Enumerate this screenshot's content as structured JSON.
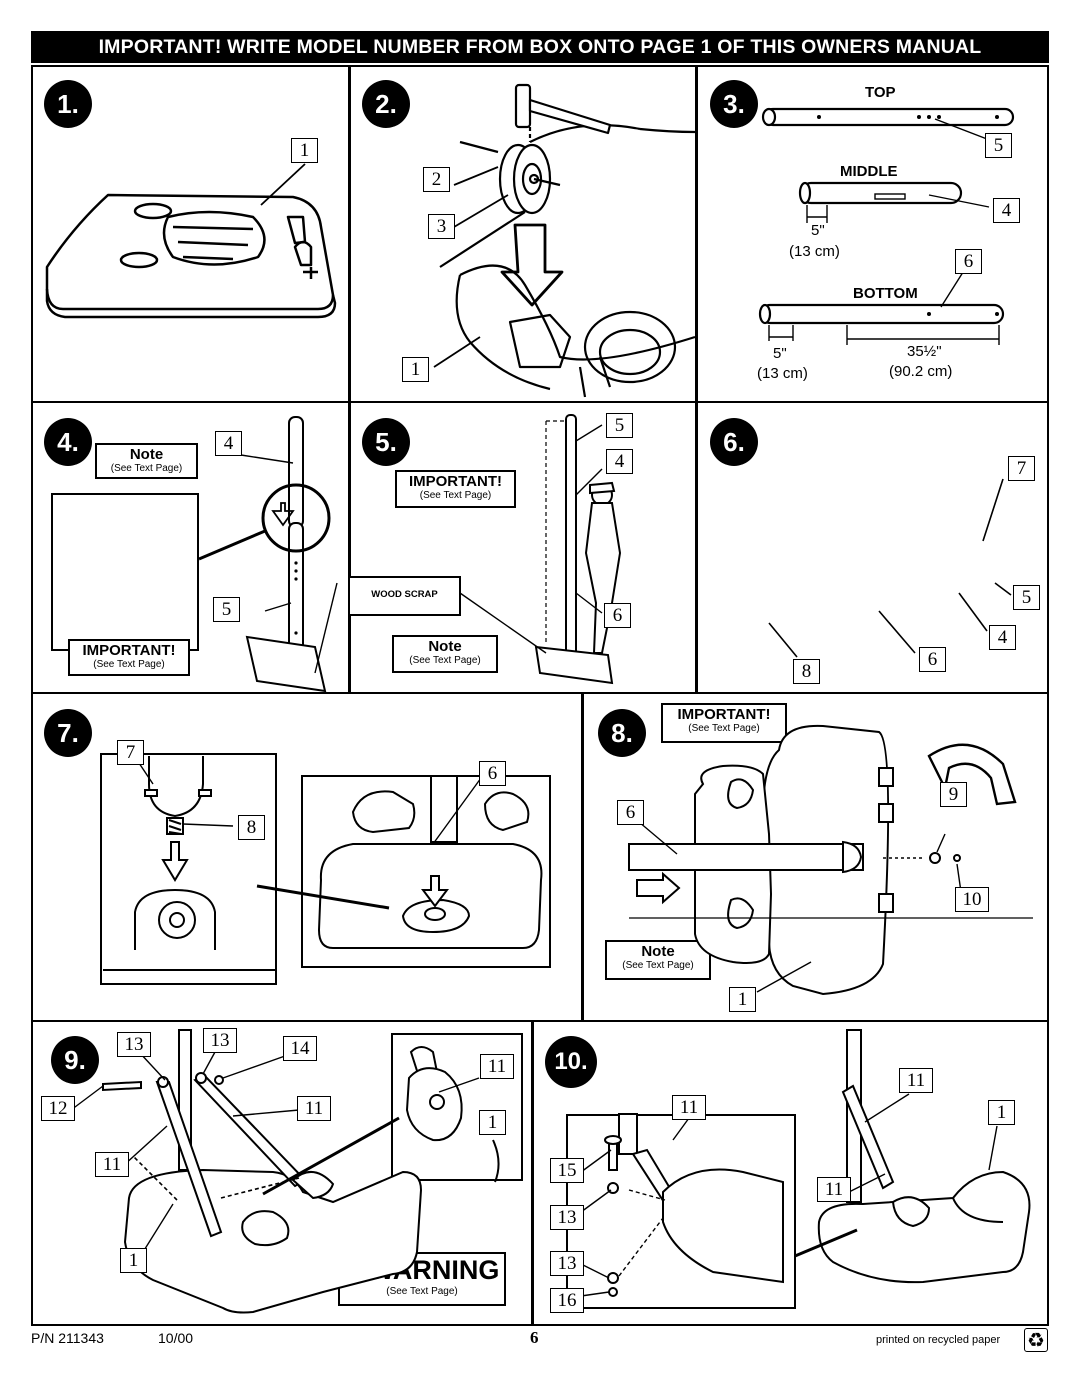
{
  "banner": "IMPORTANT!   WRITE MODEL NUMBER FROM BOX ONTO PAGE 1 OF THIS OWNERS MANUAL",
  "steps": {
    "s1": "1.",
    "s2": "2.",
    "s3": "3.",
    "s4": "4.",
    "s5": "5.",
    "s6": "6.",
    "s7": "7.",
    "s8": "8.",
    "s9": "9.",
    "s10": "10."
  },
  "callouts": {
    "p1_1": "1",
    "p2_2": "2",
    "p2_3": "3",
    "p2_1": "1",
    "p3_5": "5",
    "p3_4": "4",
    "p3_6": "6",
    "p4_4": "4",
    "p4_5": "5",
    "p5_5": "5",
    "p5_4": "4",
    "p5_6": "6",
    "p6_7": "7",
    "p6_5": "5",
    "p6_4": "4",
    "p6_6": "6",
    "p6_8": "8",
    "p7_7": "7",
    "p7_8": "8",
    "p7_6": "6",
    "p8_9": "9",
    "p8_6": "6",
    "p8_10": "10",
    "p8_1": "1",
    "p9_13a": "13",
    "p9_13b": "13",
    "p9_14": "14",
    "p9_12": "12",
    "p9_11a": "11",
    "p9_11b": "11",
    "p9_11c": "11",
    "p9_1a": "1",
    "p9_1b": "1",
    "p10_11a": "11",
    "p10_11b": "11",
    "p10_1": "1",
    "p10_11c": "11",
    "p10_15": "15",
    "p10_13a": "13",
    "p10_13b": "13",
    "p10_16": "16"
  },
  "pole_labels": {
    "top": "TOP",
    "middle": "MIDDLE",
    "bottom": "BOTTOM",
    "middle_len": "5\"",
    "middle_len_cm": "(13 cm)",
    "bottom_len": "5\"",
    "bottom_len_cm": "(13 cm)",
    "bottom_span": "35½\"",
    "bottom_span_cm": "(90.2 cm)"
  },
  "notes": {
    "note": "Note",
    "important": "IMPORTANT!",
    "see_text": "(See Text Page)",
    "wood_scrap": "WOOD SCRAP",
    "warning": "WARNING"
  },
  "footer": {
    "part_number": "P/N 211343",
    "date": "10/00",
    "page": "6",
    "recycled": "printed on recycled paper"
  }
}
